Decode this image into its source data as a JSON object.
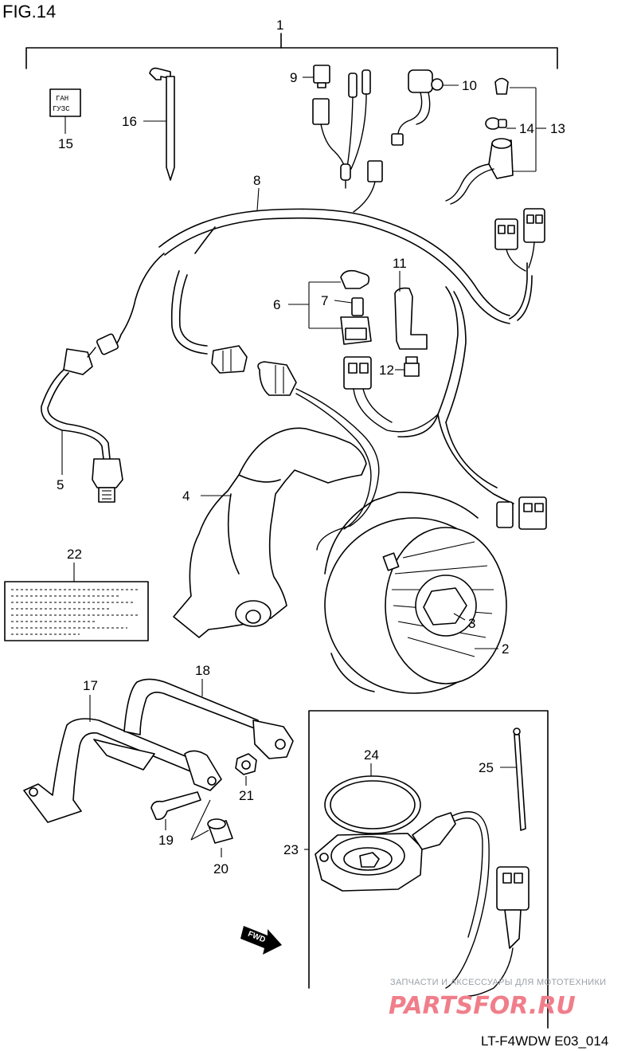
{
  "figure": {
    "title": "FIG.14",
    "code": "LT-F4WDW E03_014"
  },
  "callouts": [
    "1",
    "2",
    "3",
    "4",
    "5",
    "6",
    "7",
    "8",
    "9",
    "10",
    "11",
    "12",
    "13",
    "14",
    "15",
    "16",
    "17",
    "18",
    "19",
    "20",
    "21",
    "22",
    "23",
    "24",
    "25"
  ],
  "label_15_text": [
    "ГАН",
    "ГУЗС"
  ],
  "fwd_marker": "FWD",
  "watermark": {
    "line1": "ЗАПЧАСТИ И АКСЕССУАРЫ ДЛЯ МОТОТЕХНИКИ",
    "line2": "PARTSFOR.RU"
  }
}
